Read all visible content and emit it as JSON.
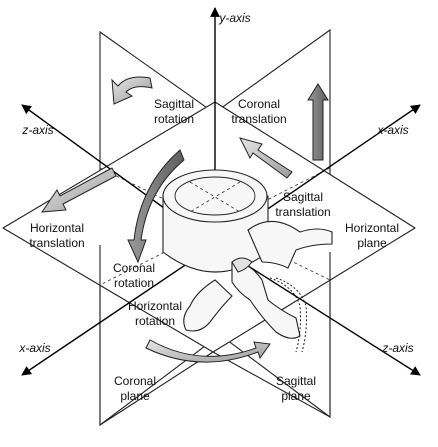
{
  "axes": {
    "y": "y-axis",
    "x_right": "x-axis",
    "x_left": "x-axis",
    "z_left": "z-axis",
    "z_right": "z-axis"
  },
  "planes": {
    "horizontal": [
      "Horizontal",
      "plane"
    ],
    "coronal": [
      "Coronal",
      "plane"
    ],
    "sagittal": [
      "Sagittal",
      "plane"
    ]
  },
  "motions": {
    "sagittal_rotation": [
      "Sagittal",
      "rotation"
    ],
    "coronal_translation": [
      "Coronal",
      "translation"
    ],
    "sagittal_translation": [
      "Sagittal",
      "translation"
    ],
    "horizontal_translation": [
      "Horizontal",
      "translation"
    ],
    "coronal_rotation": [
      "Coronal",
      "rotation"
    ],
    "horizontal_rotation": [
      "Horizontal",
      "rotation"
    ]
  },
  "colors": {
    "arrow_fill": "#bdbdbd",
    "arrow_dark": "#7a7a7a",
    "line": "#222222"
  }
}
